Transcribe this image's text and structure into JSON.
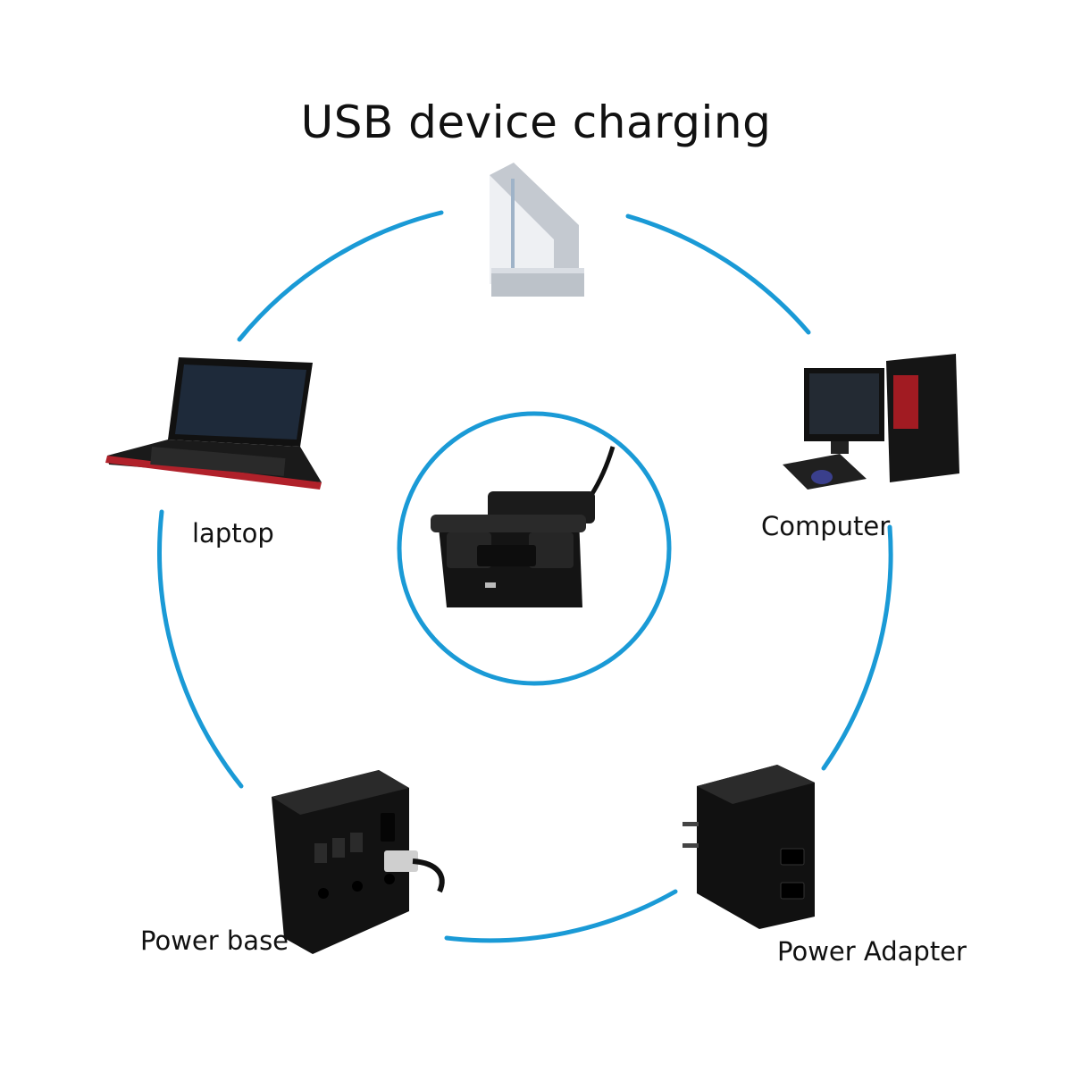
{
  "title": "USB device charging",
  "nodes": {
    "center": {
      "name": "charging-dock",
      "label": ""
    },
    "top": {
      "name": "game-console",
      "label": ""
    },
    "laptop": {
      "label": "laptop"
    },
    "computer": {
      "label": "Computer"
    },
    "power_base": {
      "label": "Power base"
    },
    "power_adapter": {
      "label": "Power Adapter"
    }
  },
  "colors": {
    "ring": "#1a9ad6",
    "device": "#151515",
    "console": "#d9dde3"
  }
}
